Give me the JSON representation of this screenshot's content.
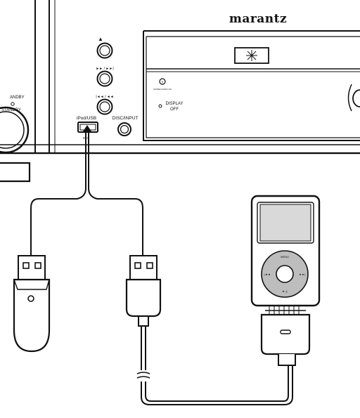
{
  "device": {
    "brand": "marantz",
    "standby_line1": "ANDBY",
    "standby_line2": "STANDBY",
    "eject_symbol": "▲",
    "next_symbol": "►► / ►►|",
    "prev_symbol": "|◄◄ / ◄◄",
    "usb_port_label": "iPod/USB",
    "usb_port_sublabel": "5V⎓",
    "disc_input_label": "DISC/INPUT",
    "sacd_logo_text": "SUPER AUDIO CD",
    "display_off_line1": "DISPLAY",
    "display_off_line2": "OFF"
  },
  "ipod": {
    "wheel_menu": "MENU",
    "wheel_prev": "|◄◄",
    "wheel_next": "►►|",
    "wheel_play": "► ||"
  },
  "colors": {
    "line": "#111111",
    "screen": "#d9d9d9",
    "wheel": "#bdbdbd"
  }
}
